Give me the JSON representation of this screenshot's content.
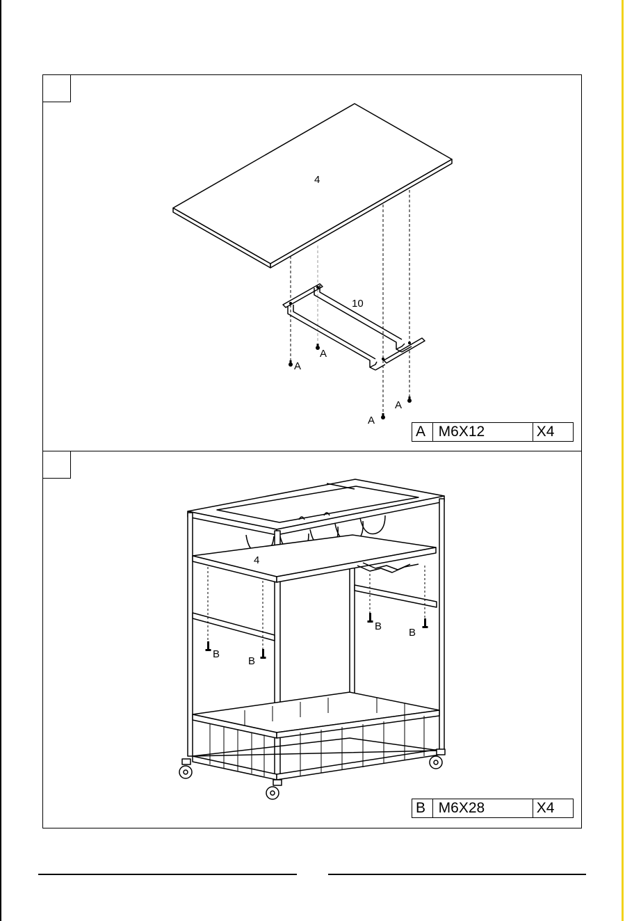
{
  "steps": [
    {
      "number": "",
      "part_labels": {
        "top_panel": "4",
        "rack": "10"
      },
      "hardware_label": "A",
      "hardware": {
        "key": "A",
        "spec": "M6X12",
        "qty": "X4"
      }
    },
    {
      "number": "",
      "part_labels": {
        "top_panel": "4"
      },
      "hardware_label": "B",
      "hardware": {
        "key": "B",
        "spec": "M6X28",
        "qty": "X4"
      }
    }
  ],
  "colors": {
    "line": "#000000",
    "page_edge_right": "#f2d21a",
    "background": "#ffffff"
  }
}
